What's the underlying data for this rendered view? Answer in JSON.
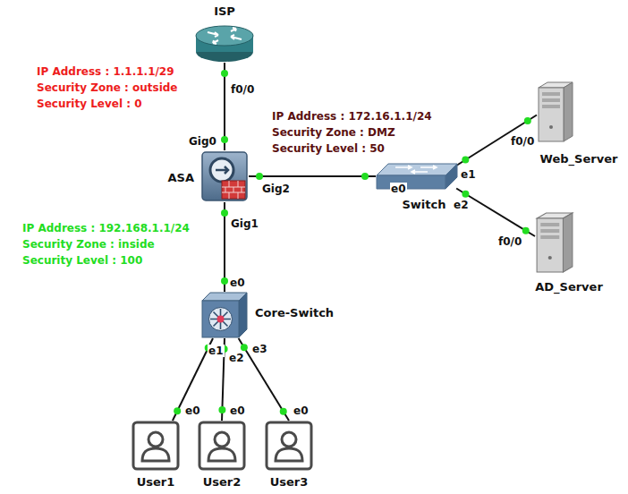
{
  "diagram": {
    "nodes": [
      {
        "text": [
          "ISP"
        ]
      },
      {
        "text": [
          "ASA"
        ]
      },
      {
        "text": [
          "Switch"
        ]
      },
      {
        "text": [
          "Web_Server"
        ]
      },
      {
        "text": [
          "AD_Server"
        ]
      },
      {
        "text": [
          "Core-Switch"
        ]
      },
      {
        "text": [
          "User1"
        ]
      },
      {
        "text": [
          "User2"
        ]
      },
      {
        "text": [
          "User3"
        ]
      }
    ],
    "edges": [
      {
        "from": 0,
        "to": 1,
        "arrow": "none"
      },
      {
        "from": 1,
        "to": 2,
        "arrow": "none"
      },
      {
        "from": 2,
        "to": 3,
        "arrow": "none"
      },
      {
        "from": 2,
        "to": 4,
        "arrow": "none"
      },
      {
        "from": 1,
        "to": 5,
        "arrow": "none"
      },
      {
        "from": 5,
        "to": 6,
        "arrow": "none"
      },
      {
        "from": 5,
        "to": 7,
        "arrow": "none"
      },
      {
        "from": 5,
        "to": 8,
        "arrow": "none"
      }
    ],
    "labels": [
      "IP Address : 1.1.1.1/29",
      "Security Zone : outside",
      "Security Level : 0",
      "f0/0",
      "Gig0",
      "IP Address : 172.16.1.1/24",
      "Security Zone : DMZ",
      "Security Level : 50",
      "Gig2",
      "e0",
      "e1",
      "e2",
      "f0/0",
      "f0/0",
      "IP Address : 192.168.1.1/24",
      "Security Zone : inside",
      "Security Level : 100",
      "Gig1",
      "e0",
      "e1",
      "e2",
      "e3",
      "e0",
      "e0",
      "e0"
    ]
  }
}
